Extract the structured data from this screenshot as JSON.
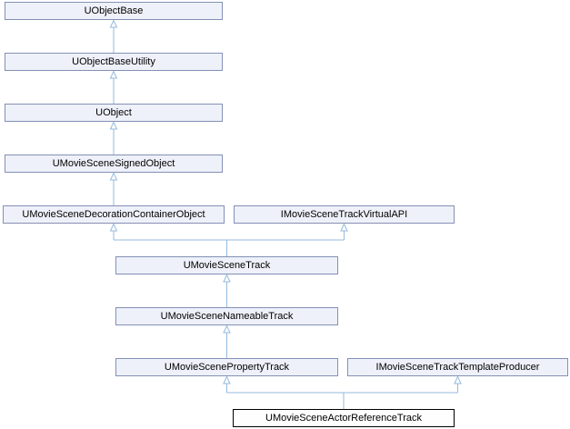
{
  "diagram": {
    "type": "class-inheritance-graph",
    "background_color": "#ffffff",
    "node_fill_color": "#eef1f9",
    "node_border_color": "#8490b4",
    "edge_color": "#94bade",
    "current_node_border_color": "#000000",
    "nodes": [
      {
        "id": "UObjectBase",
        "label": "UObjectBase"
      },
      {
        "id": "UObjectBaseUtility",
        "label": "UObjectBaseUtility"
      },
      {
        "id": "UObject",
        "label": "UObject"
      },
      {
        "id": "UMovieSceneSignedObject",
        "label": "UMovieSceneSignedObject"
      },
      {
        "id": "UMovieSceneDecorationContainerObject",
        "label": "UMovieSceneDecorationContainerObject"
      },
      {
        "id": "IMovieSceneTrackVirtualAPI",
        "label": "IMovieSceneTrackVirtualAPI"
      },
      {
        "id": "UMovieSceneTrack",
        "label": "UMovieSceneTrack"
      },
      {
        "id": "UMovieSceneNameableTrack",
        "label": "UMovieSceneNameableTrack"
      },
      {
        "id": "UMovieScenePropertyTrack",
        "label": "UMovieScenePropertyTrack"
      },
      {
        "id": "IMovieSceneTrackTemplateProducer",
        "label": "IMovieSceneTrackTemplateProducer"
      },
      {
        "id": "UMovieSceneActorReferenceTrack",
        "label": "UMovieSceneActorReferenceTrack"
      }
    ],
    "edges": [
      {
        "from": "UObjectBaseUtility",
        "to": "UObjectBase"
      },
      {
        "from": "UObject",
        "to": "UObjectBaseUtility"
      },
      {
        "from": "UMovieSceneSignedObject",
        "to": "UObject"
      },
      {
        "from": "UMovieSceneDecorationContainerObject",
        "to": "UMovieSceneSignedObject"
      },
      {
        "from": "UMovieSceneTrack",
        "to": "UMovieSceneDecorationContainerObject"
      },
      {
        "from": "UMovieSceneTrack",
        "to": "IMovieSceneTrackVirtualAPI"
      },
      {
        "from": "UMovieSceneNameableTrack",
        "to": "UMovieSceneTrack"
      },
      {
        "from": "UMovieScenePropertyTrack",
        "to": "UMovieSceneNameableTrack"
      },
      {
        "from": "UMovieSceneActorReferenceTrack",
        "to": "UMovieScenePropertyTrack"
      },
      {
        "from": "UMovieSceneActorReferenceTrack",
        "to": "IMovieSceneTrackTemplateProducer"
      }
    ]
  }
}
